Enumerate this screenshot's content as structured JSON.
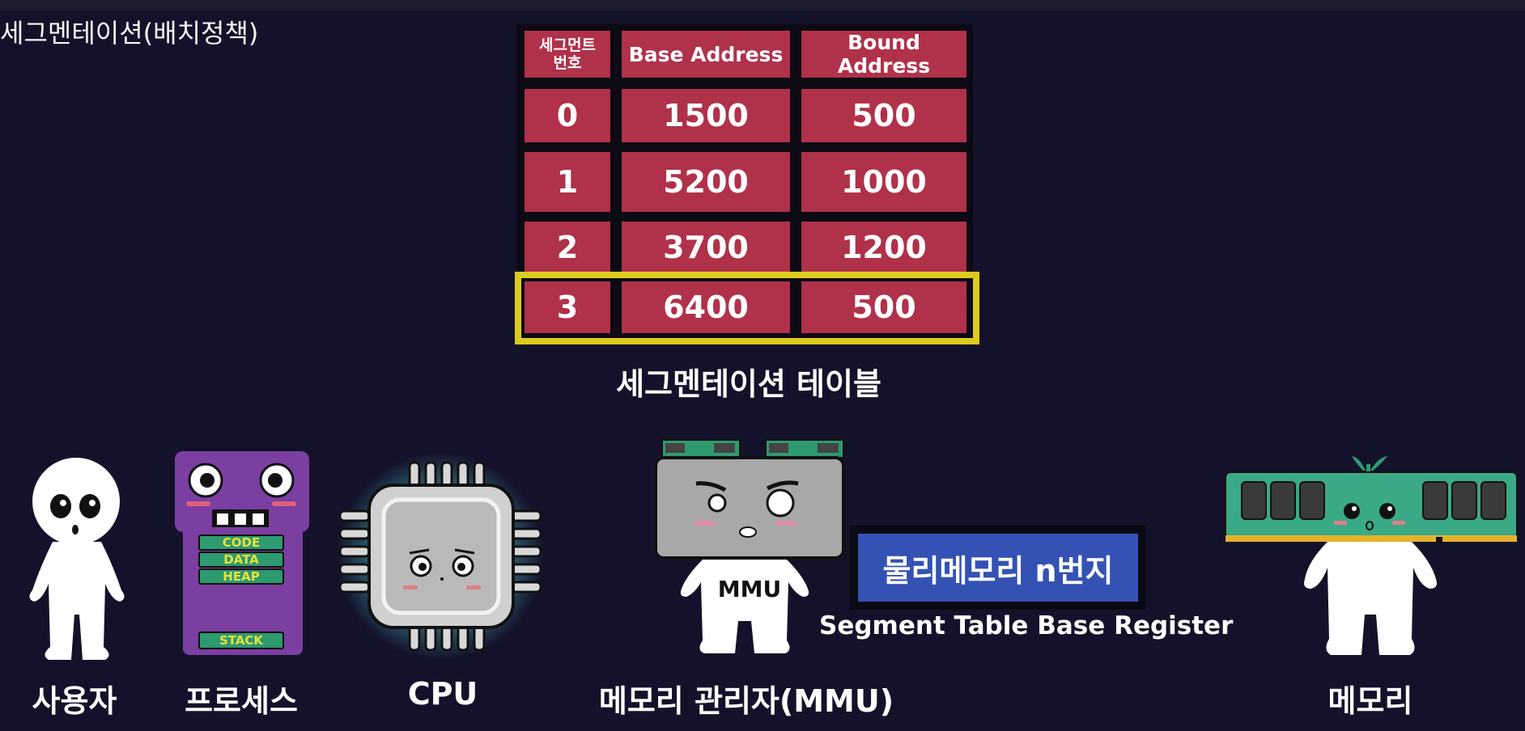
{
  "page_title": "세그멘테이션(배치정책)",
  "segment_table": {
    "headers": [
      "세그먼트\n번호",
      "Base Address",
      "Bound Address"
    ],
    "header_segment_lines": [
      "세그먼트",
      "번호"
    ],
    "rows": [
      [
        "0",
        "1500",
        "500"
      ],
      [
        "1",
        "5200",
        "1000"
      ],
      [
        "2",
        "3700",
        "1200"
      ],
      [
        "3",
        "6400",
        "500"
      ]
    ],
    "highlighted_row_index": 3,
    "caption": "세그멘테이션 테이블"
  },
  "process": {
    "sections": [
      "CODE",
      "DATA",
      "HEAP",
      "STACK"
    ]
  },
  "mmu": {
    "body_text": "MMU"
  },
  "physical_memory_box": {
    "text": "물리메모리 n번지"
  },
  "register_label": "Segment Table Base Register",
  "characters": {
    "user": "사용자",
    "process": "프로세스",
    "cpu": "CPU",
    "mmu": "메모리 관리자(MMU)",
    "memory": "메모리"
  },
  "colors": {
    "background": "#14122a",
    "table_cell": "#b0314a",
    "highlight": "#dccb1c",
    "process_purple": "#7a3fa0",
    "process_section": "#2e9a70",
    "memory_green": "#3aaa86",
    "phys_box_blue": "#3352b3"
  }
}
